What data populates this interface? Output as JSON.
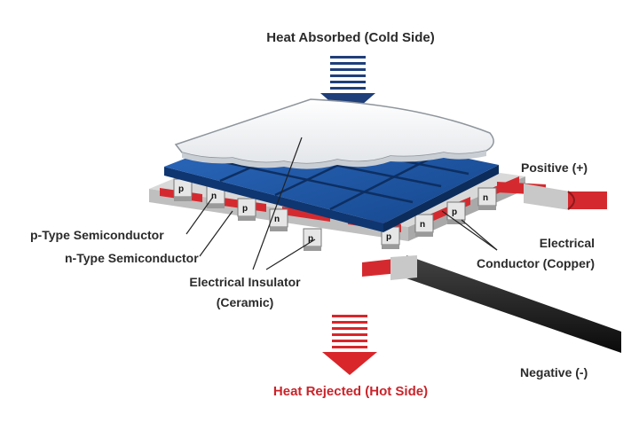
{
  "title_top": "Heat Absorbed (Cold Side)",
  "title_bottom": "Heat Rejected (Hot Side)",
  "labels": {
    "positive": "Positive (+)",
    "negative": "Negative (-)",
    "p_type": "p-Type Semiconductor",
    "n_type": "n-Type Semiconductor",
    "insulator_line1": "Electrical Insulator",
    "insulator_line2": "(Ceramic)",
    "conductor_line1": "Electrical",
    "conductor_line2": "Conductor (Copper)"
  },
  "pellet_letters": [
    "p",
    "n",
    "p",
    "n",
    "p",
    "p",
    "n",
    "p",
    "n"
  ],
  "colors": {
    "cold_arrow": "#1f3f7a",
    "hot_arrow": "#d8262b",
    "blue_plate": "#1b56a6",
    "copper": "#d42a2f",
    "ceramic": "#cfcfcf",
    "text": "#2b2b2b"
  }
}
